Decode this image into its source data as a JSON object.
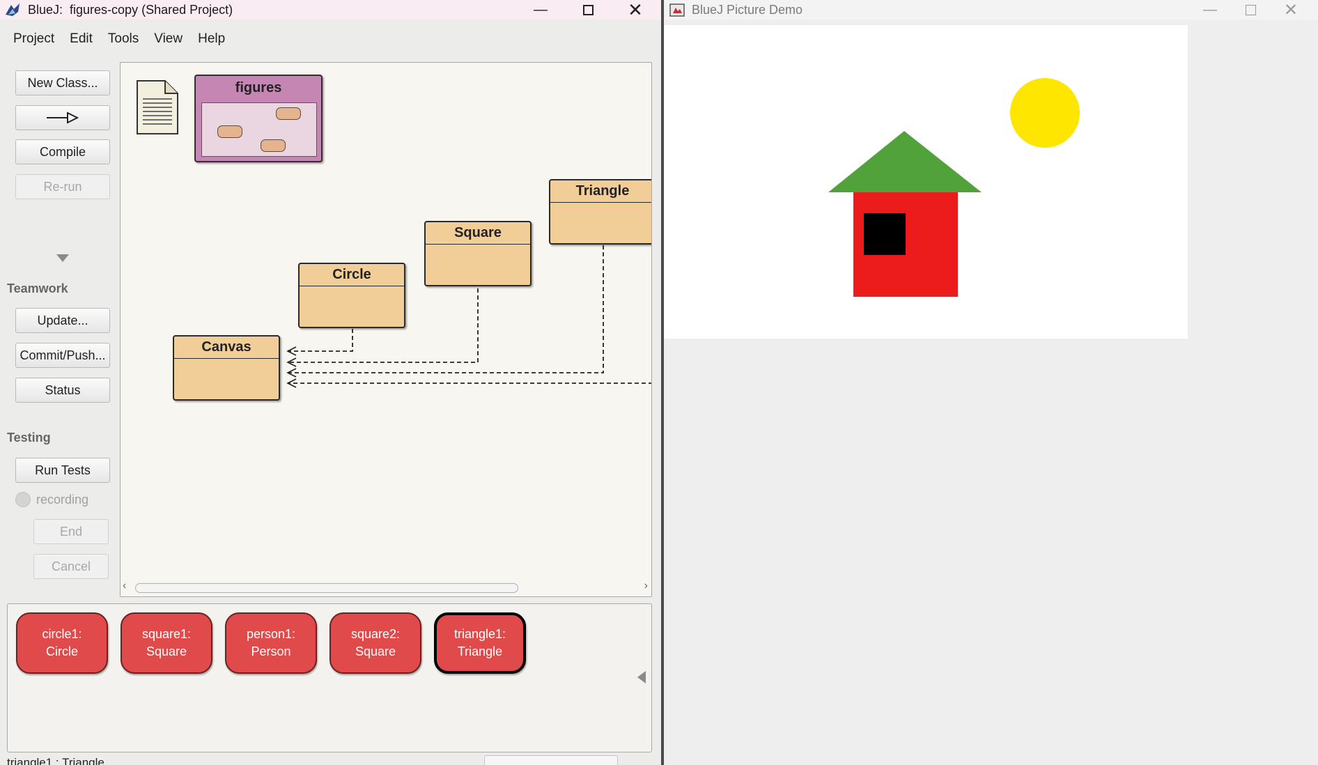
{
  "bluej": {
    "title": "BlueJ:  figures-copy (Shared Project)",
    "menu": [
      "Project",
      "Edit",
      "Tools",
      "View",
      "Help"
    ],
    "buttons": {
      "new_class": "New Class...",
      "compile": "Compile",
      "rerun": "Re-run",
      "update": "Update...",
      "commit_push": "Commit/Push...",
      "status": "Status",
      "run_tests": "Run Tests",
      "end": "End",
      "cancel": "Cancel"
    },
    "sections": {
      "teamwork": "Teamwork",
      "testing": "Testing"
    },
    "recording_label": "recording",
    "package": {
      "name": "figures"
    },
    "classes": [
      "Triangle",
      "Square",
      "Circle",
      "Canvas"
    ],
    "object_bench": [
      {
        "name": "circle1:",
        "type": "Circle",
        "selected": false
      },
      {
        "name": "square1:",
        "type": "Square",
        "selected": false
      },
      {
        "name": "person1:",
        "type": "Person",
        "selected": false
      },
      {
        "name": "square2:",
        "type": "Square",
        "selected": false
      },
      {
        "name": "triangle1:",
        "type": "Triangle",
        "selected": true
      }
    ],
    "status_text": "triangle1 : Triangle"
  },
  "demo": {
    "title": "BlueJ Picture Demo",
    "colors": {
      "sun": "#ffe600",
      "roof": "#52a23c",
      "wall": "#ec1c1c",
      "window": "#000000"
    }
  }
}
